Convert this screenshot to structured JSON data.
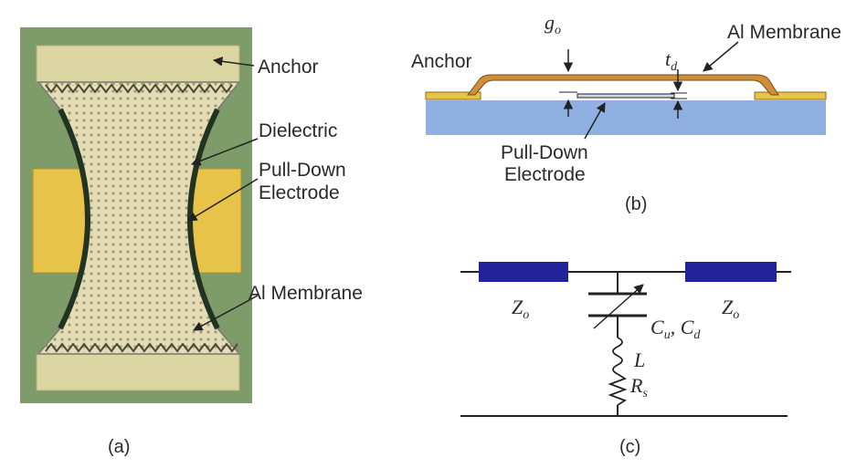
{
  "panel_a": {
    "labels": {
      "anchor": "Anchor",
      "dielectric": "Dielectric",
      "electrode_1": "Pull-Down",
      "electrode_2": "Electrode",
      "membrane": "Al Membrane"
    },
    "caption": "(a)"
  },
  "panel_b": {
    "labels": {
      "anchor": "Anchor",
      "membrane": "Al Membrane",
      "electrode_1": "Pull-Down",
      "electrode_2": "Electrode"
    },
    "gap_symbol": {
      "main": "g",
      "sub": "o"
    },
    "dielectric_symbol": {
      "main": "t",
      "sub": "d"
    },
    "caption": "(b)"
  },
  "panel_c": {
    "z_left": {
      "main": "Z",
      "sub": "o"
    },
    "z_right": {
      "main": "Z",
      "sub": "o"
    },
    "cap_label": {
      "c": "C",
      "u": "u",
      "sep": ", C",
      "d": "d"
    },
    "inductor": "L",
    "resistor": {
      "main": "R",
      "sub": "s"
    },
    "caption": "(c)"
  },
  "colors": {
    "substrate": "#7e9b6a",
    "anchor": "#dcd6a2",
    "membrane_field": "#e3dcb6",
    "electrode_gold": "#e8c34a",
    "panel_b_substrate": "#8fb0e0",
    "panel_b_membrane": "#cf8f3a",
    "line_block": "#22229a"
  }
}
